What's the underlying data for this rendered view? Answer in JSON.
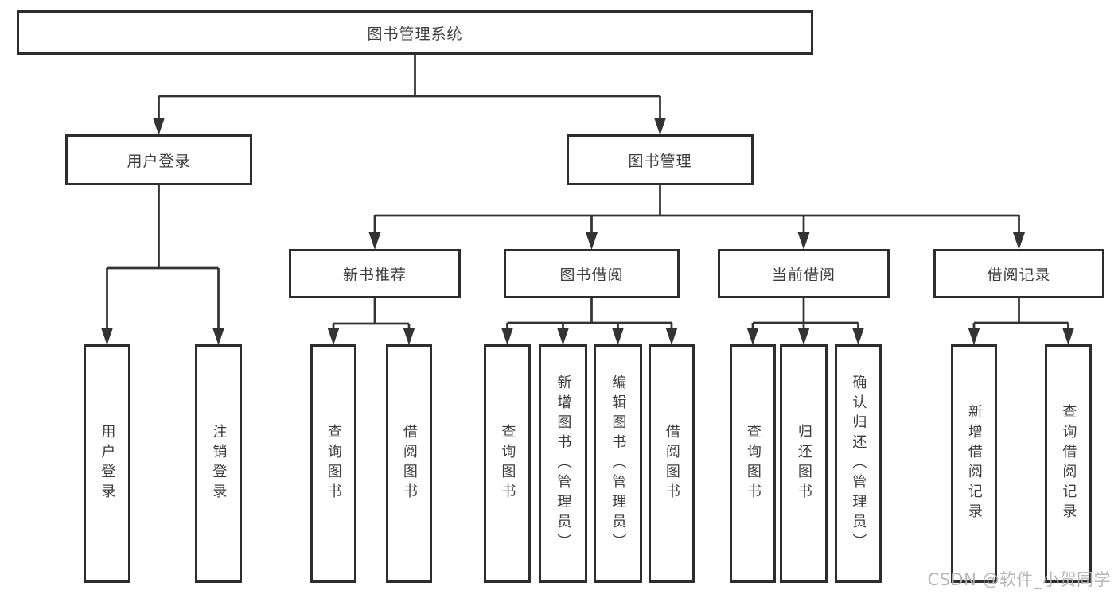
{
  "diagram": {
    "root": {
      "label": "图书管理系统"
    },
    "branches": {
      "user_login": {
        "label": "用户登录",
        "children": [
          "用户登录",
          "注销登录"
        ]
      },
      "book_management": {
        "label": "图书管理"
      }
    },
    "modules": {
      "new_book": {
        "label": "新书推荐",
        "children": [
          "查询图书",
          "借阅图书"
        ]
      },
      "book_borrow": {
        "label": "图书借阅",
        "children": [
          "查询图书",
          "新增图书（管理员）",
          "编辑图书（管理员）",
          "借阅图书"
        ]
      },
      "current_borrow": {
        "label": "当前借阅",
        "children": [
          "查询图书",
          "归还图书",
          "确认归还（管理员）"
        ]
      },
      "borrow_records": {
        "label": "借阅记录",
        "children": [
          "新增借阅记录",
          "查询借阅记录"
        ]
      }
    }
  },
  "watermark": {
    "text": "CSDN @软件_小贺同学"
  },
  "colors": {
    "line": "#333333",
    "box_border": "#2d2d2d",
    "text": "#3d3d3d",
    "watermark": "#b2b2b2",
    "background": "#ffffff"
  }
}
